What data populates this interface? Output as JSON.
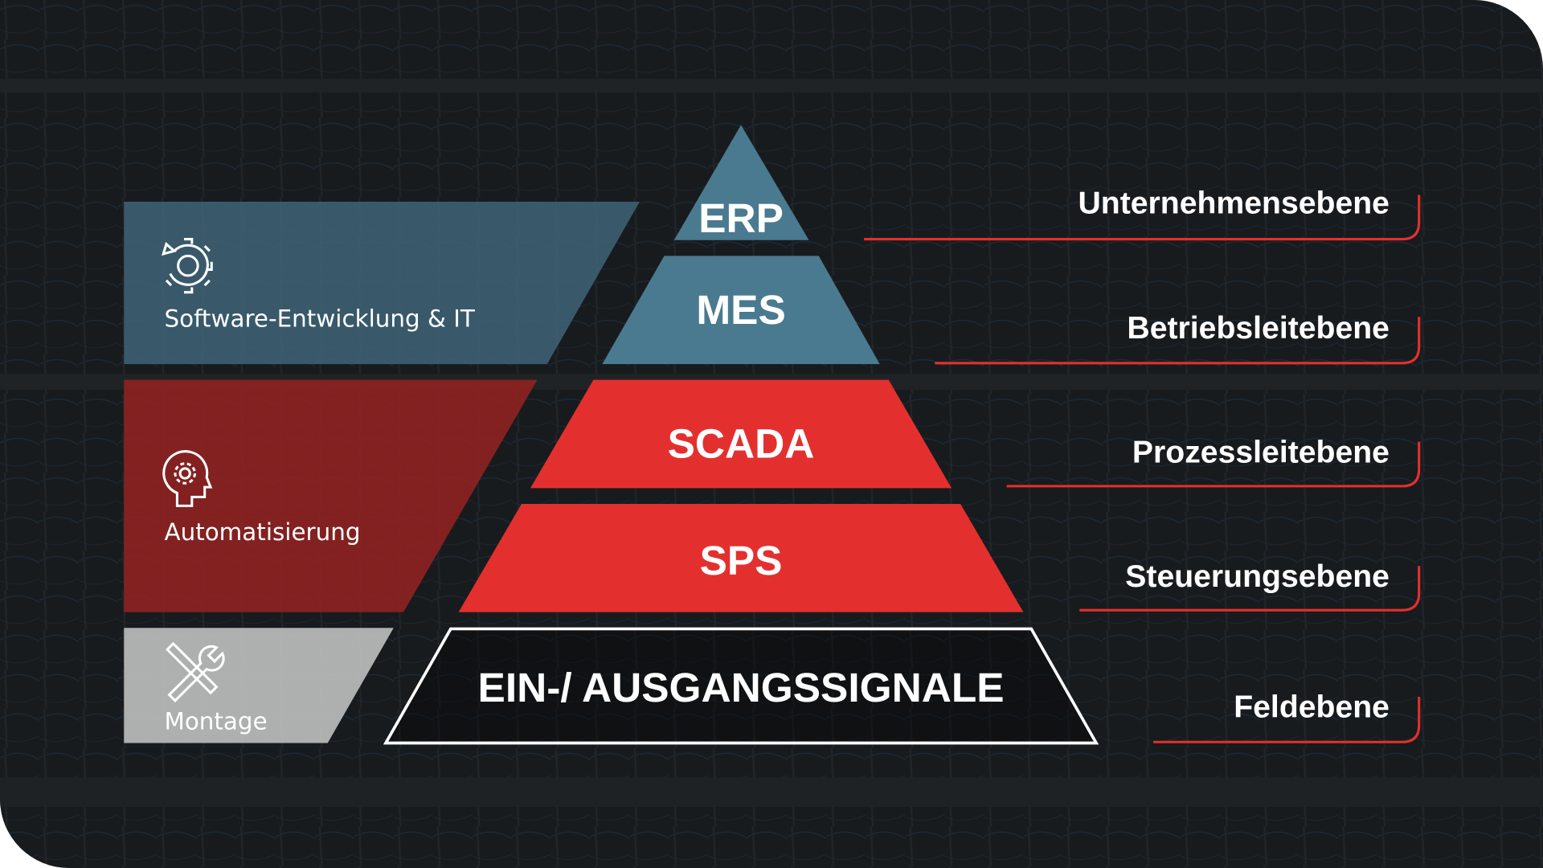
{
  "colors": {
    "background": "#1c1f22",
    "it_panel": "#3f6478",
    "automation_panel": "#8f2222",
    "assembly_panel": "#c9c9c9",
    "pyramid_blue": "#4a7a90",
    "pyramid_red": "#e3302e",
    "accent_line": "#e3302e"
  },
  "categories": [
    {
      "label": "Software-Entwicklung & IT",
      "icon": "gear-refresh-icon"
    },
    {
      "label": "Automatisierung",
      "icon": "head-gear-icon"
    },
    {
      "label": "Montage",
      "icon": "wrench-screwdriver-icon"
    }
  ],
  "pyramid": [
    {
      "label": "ERP",
      "level": "Unternehmensebene"
    },
    {
      "label": "MES",
      "level": "Betriebsleitebene"
    },
    {
      "label": "SCADA",
      "level": "Prozessleitebene"
    },
    {
      "label": "SPS",
      "level": "Steuerungsebene"
    },
    {
      "label": "EIN-/ AUSGANGSSIGNALE",
      "level": "Feldebene"
    }
  ]
}
